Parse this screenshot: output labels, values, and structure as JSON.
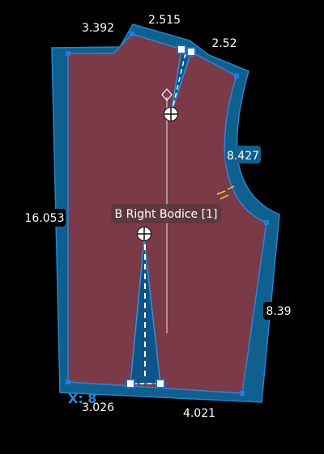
{
  "piece": {
    "name": "B Right Bodice [1]",
    "fill_color": "#7a3a48",
    "seam_color": "#0f5f8f",
    "edge_color": "#1f86d0",
    "dart_color": "#0d5588"
  },
  "measurements": {
    "top_left": "3.392",
    "top_mid": "2.515",
    "top_right": "2.52",
    "armhole": "8.427",
    "left_side": "16.053",
    "right_side": "8.39",
    "bottom_left": "3.026",
    "bottom_right": "4.021"
  },
  "cursor_readout": "X: 8",
  "background_color": "#000000"
}
